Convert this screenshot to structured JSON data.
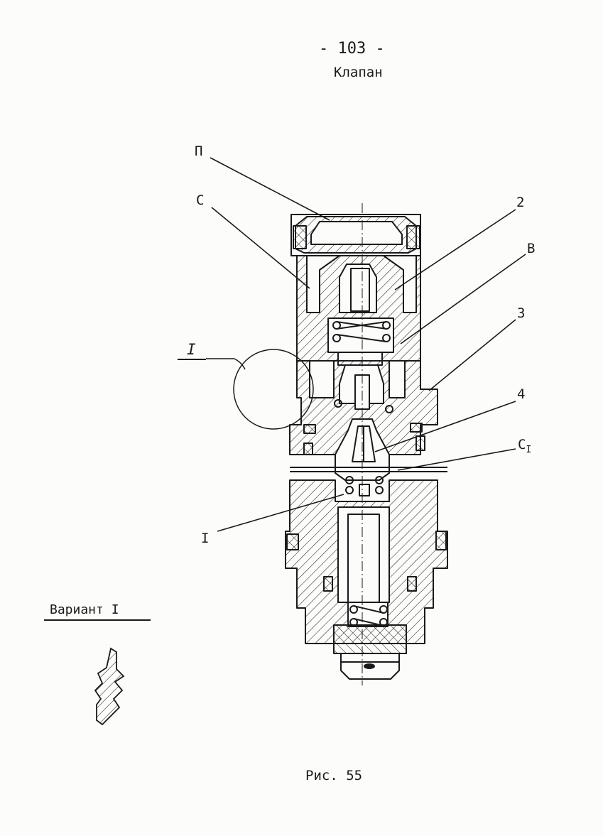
{
  "page": {
    "number": "- 103 -",
    "title": "Клапан",
    "caption": "Рис. 55",
    "variant_label": "Вариант I"
  },
  "callouts": {
    "p": "П",
    "c": "С",
    "two": "2",
    "b": "В",
    "three": "3",
    "detail": "I",
    "four": "4",
    "c1_main": "С",
    "c1_sub": "I",
    "lower": "I"
  }
}
